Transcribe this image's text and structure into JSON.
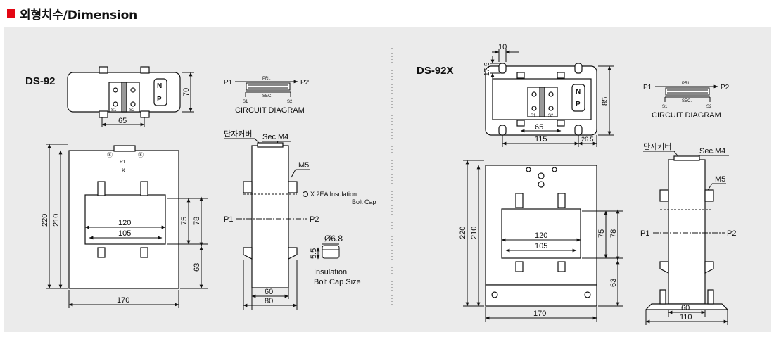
{
  "page": {
    "title": "외형치수/Dimension",
    "accent_color": "#e30613",
    "panel_color": "#ebebeb"
  },
  "ds92": {
    "model": "DS-92",
    "top_view": {
      "width": "65",
      "height": "70",
      "np": [
        "N",
        "P"
      ],
      "terminals": [
        "S1",
        "S2"
      ]
    },
    "circuit": {
      "caption": "CIRCUIT DIAGRAM",
      "p1": "P1",
      "p2": "P2",
      "pri": "PRI.",
      "sec": "SEC.",
      "s1": "S1",
      "s2": "S2"
    },
    "front": {
      "height_outer": "220",
      "height_inner": "210",
      "window_w_outer": "120",
      "window_w_inner": "105",
      "window_h_inner": "75",
      "window_h_outer": "78",
      "bottom": "63",
      "width": "170",
      "marks": [
        "Ⓢ",
        "Ⓢ",
        "P1",
        "K"
      ]
    },
    "side": {
      "cover": "단자커버",
      "sec_m4": "Sec.M4",
      "m5": "M5",
      "cap_note": "X 2EA Insulation",
      "cap_note2": "Bolt Cap",
      "p1": "P1",
      "p2": "P2",
      "w_inner": "60",
      "w_outer": "80"
    },
    "cap_size": {
      "diameter": "Ø6.8",
      "height": "5.5",
      "label1": "Insulation",
      "label2": "Bolt Cap Size"
    }
  },
  "ds92x": {
    "model": "DS-92X",
    "top_view": {
      "slot": "10",
      "slot_depth": "17.5",
      "height": "85",
      "inner_w": "65",
      "outer_w": "115",
      "edge": "26.5",
      "np": [
        "N",
        "P"
      ],
      "terminals": [
        "S1",
        "S2"
      ]
    },
    "circuit": {
      "caption": "CIRCUIT DIAGRAM",
      "p1": "P1",
      "p2": "P2",
      "pri": "PRI.",
      "sec": "SEC.",
      "s1": "S1",
      "s2": "S2"
    },
    "front": {
      "height_outer": "220",
      "height_inner": "210",
      "window_w_outer": "120",
      "window_w_inner": "105",
      "window_h_inner": "75",
      "window_h_outer": "78",
      "bottom": "63",
      "width": "170"
    },
    "side": {
      "cover": "단자커버",
      "sec_m4": "Sec.M4",
      "m5": "M5",
      "p1": "P1",
      "p2": "P2",
      "w_inner": "60",
      "w_outer": "110"
    }
  }
}
